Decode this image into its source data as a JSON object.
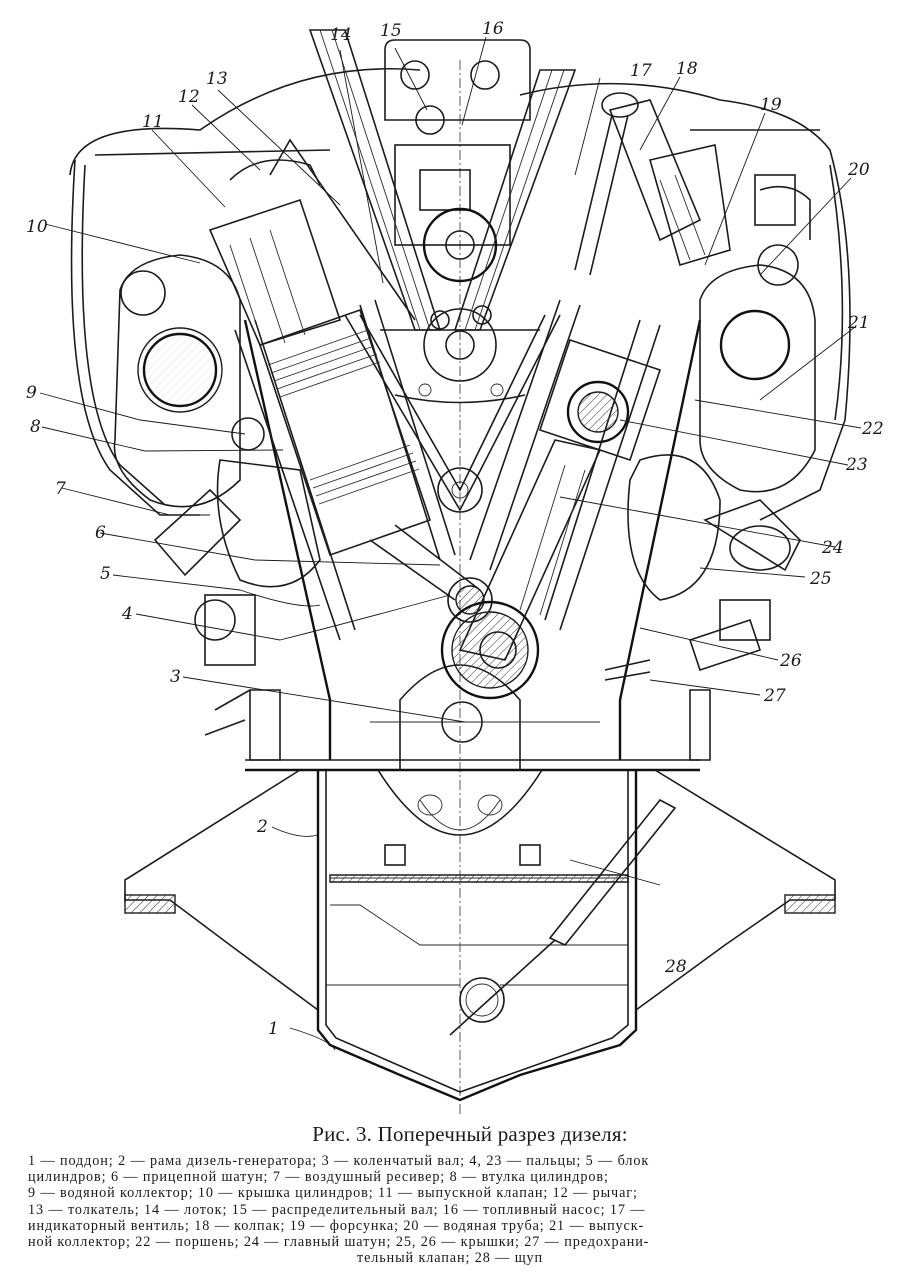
{
  "figure": {
    "subject": "Cross-section of a V-type diesel engine",
    "callouts": [
      {
        "n": "1"
      },
      {
        "n": "2"
      },
      {
        "n": "3"
      },
      {
        "n": "4"
      },
      {
        "n": "5"
      },
      {
        "n": "6"
      },
      {
        "n": "7"
      },
      {
        "n": "8"
      },
      {
        "n": "9"
      },
      {
        "n": "10"
      },
      {
        "n": "11"
      },
      {
        "n": "12"
      },
      {
        "n": "13"
      },
      {
        "n": "14"
      },
      {
        "n": "15"
      },
      {
        "n": "16"
      },
      {
        "n": "17"
      },
      {
        "n": "18"
      },
      {
        "n": "19"
      },
      {
        "n": "20"
      },
      {
        "n": "21"
      },
      {
        "n": "22"
      },
      {
        "n": "23"
      },
      {
        "n": "24"
      },
      {
        "n": "25"
      },
      {
        "n": "26"
      },
      {
        "n": "27"
      },
      {
        "n": "28"
      }
    ]
  },
  "caption": {
    "title": "Рис. 3. Поперечный разрез дизеля:",
    "legend": [
      {
        "num": "1",
        "text": "поддон"
      },
      {
        "num": "2",
        "text": "рама дизель-генератора"
      },
      {
        "num": "3",
        "text": "коленчатый вал"
      },
      {
        "num": "4, 23",
        "text": "пальцы"
      },
      {
        "num": "5",
        "text": "блок цилиндров"
      },
      {
        "num": "6",
        "text": "прицепной шатун"
      },
      {
        "num": "7",
        "text": "воздушный ресивер"
      },
      {
        "num": "8",
        "text": "втулка цилиндров"
      },
      {
        "num": "9",
        "text": "водяной коллектор"
      },
      {
        "num": "10",
        "text": "крышка цилиндров"
      },
      {
        "num": "11",
        "text": "выпускной клапан"
      },
      {
        "num": "12",
        "text": "рычаг"
      },
      {
        "num": "13",
        "text": "толкатель"
      },
      {
        "num": "14",
        "text": "лоток"
      },
      {
        "num": "15",
        "text": "распределительный вал"
      },
      {
        "num": "16",
        "text": "топливный насос"
      },
      {
        "num": "17",
        "text": "индикаторный вентиль"
      },
      {
        "num": "18",
        "text": "колпак"
      },
      {
        "num": "19",
        "text": "форсунка"
      },
      {
        "num": "20",
        "text": "водяная труба"
      },
      {
        "num": "21",
        "text": "выпускной коллектор"
      },
      {
        "num": "22",
        "text": "поршень"
      },
      {
        "num": "24",
        "text": "главный шатун"
      },
      {
        "num": "25, 26",
        "text": "крышки"
      },
      {
        "num": "27",
        "text": "предохранительный клапан"
      },
      {
        "num": "28",
        "text": "щуп"
      }
    ],
    "legend_lines": [
      "1 — поддон; 2 — рама дизель-генератора; 3 — коленчатый вал; 4, 23 — пальцы; 5 — блок",
      "цилиндров; 6 — прицепной шатун; 7 — воздушный ресивер; 8 — втулка цилиндров;",
      "9 — водяной коллектор; 10 — крышка цилиндров; 11 — выпускной клапан; 12 — рычаг;",
      "13 — толкатель; 14 — лоток; 15 — распределительный вал; 16 — топливный насос; 17 —",
      "индикаторный вентиль; 18 — колпак; 19 — форсунка; 20 — водяная труба; 21 — выпуск-",
      "ной коллектор; 22 — поршень; 24 — главный шатун; 25, 26 — крышки; 27 — предохрани-",
      "тельный клапан; 28 — щуп"
    ]
  }
}
